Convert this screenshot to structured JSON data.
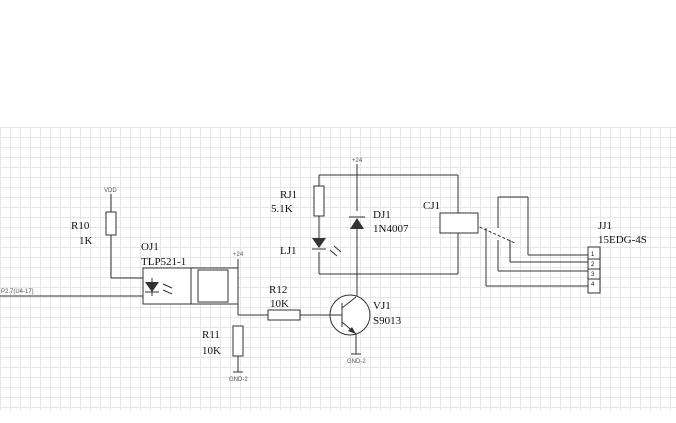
{
  "components": {
    "r10": {
      "ref": "R10",
      "value": "1K"
    },
    "r11": {
      "ref": "R11",
      "value": "10K"
    },
    "r12": {
      "ref": "R12",
      "value": "10K"
    },
    "rj1": {
      "ref": "RJ1",
      "value": "5.1K"
    },
    "oj1": {
      "ref": "OJ1",
      "value": "TLP521-1"
    },
    "dj1": {
      "ref": "DJ1",
      "value": "1N4007"
    },
    "lj1": {
      "ref": "LJ1"
    },
    "vj1": {
      "ref": "VJ1",
      "value": "S9013"
    },
    "cj1": {
      "ref": "CJ1"
    },
    "jj1": {
      "ref": "JJ1",
      "value": "15EDG-4S",
      "pins": [
        "1",
        "2",
        "3",
        "4"
      ]
    }
  },
  "nets": {
    "vdd": "VDD",
    "plus24_opto": "+24",
    "plus24_relay": "+24",
    "gnd_r11": "GND-2",
    "gnd_vj1": "GND-2",
    "input": "P2.7(U4-17)"
  }
}
